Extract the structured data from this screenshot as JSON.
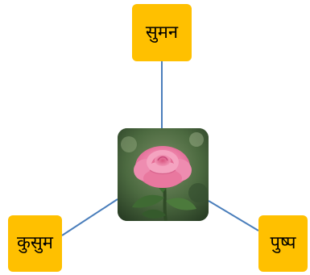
{
  "diagram": {
    "center_image": "rose-flower",
    "nodes": [
      {
        "id": "top",
        "label": "सुमन"
      },
      {
        "id": "left",
        "label": "कुसुम"
      },
      {
        "id": "right",
        "label": "पुष्प"
      }
    ],
    "colors": {
      "box_fill": "#FFC000",
      "connector": "#4A7EBB",
      "text": "#000000"
    }
  }
}
